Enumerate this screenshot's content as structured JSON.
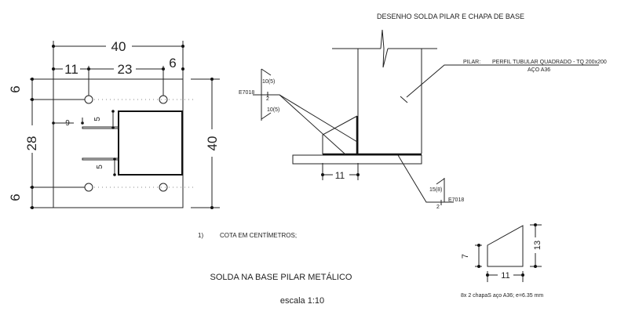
{
  "section_title": "DESENHO SOLDA PILAR E CHAPA DE BASE",
  "plan": {
    "dims": {
      "total_width": "40",
      "left": "11",
      "middle": "23",
      "right": "6",
      "total_height": "40",
      "top": "6",
      "center": "28",
      "bottom": "6",
      "stiffener_offset": "9",
      "stiffener_top": "5",
      "stiffener_bottom": "5"
    }
  },
  "section": {
    "pillar_label": "PILAR:",
    "pillar_desc": "PERFIL TUBULAR QUADRADO - TQ 200x200",
    "pillar_steel": "AÇO A36",
    "weld_left": {
      "electrode": "E7018",
      "top": "10(5)",
      "bottom": "10(5)",
      "count": "2"
    },
    "weld_bottom": {
      "electrode": "E7018",
      "size": "15(8)",
      "count": "2"
    },
    "stiffener_dim": "11"
  },
  "gusset": {
    "height_left": "7",
    "height_right": "13",
    "width": "11",
    "note": "8x 2 chapaS aço A36; e=6.35 mm"
  },
  "notes": [
    {
      "number": "1)",
      "text": "COTA  EM CENTÍMETROS;"
    }
  ],
  "drawing_title": "SOLDA NA BASE PILAR METÁLICO",
  "scale": "escala 1:10"
}
